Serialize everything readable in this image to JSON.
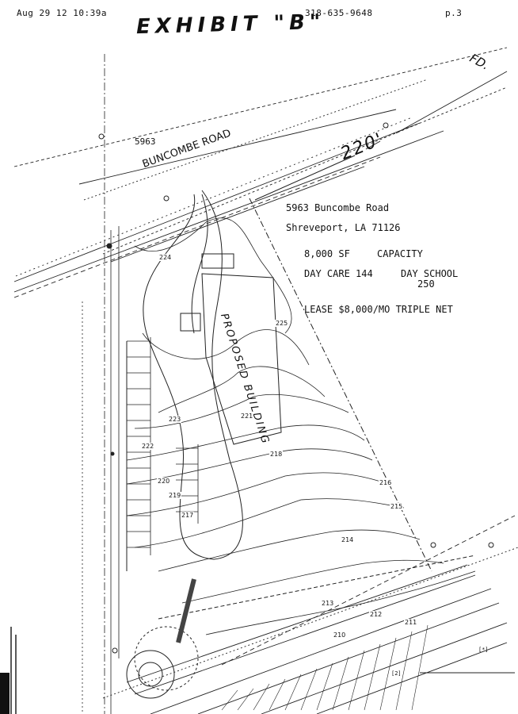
{
  "fax_header": {
    "datetime": "Aug 29 12 10:39a",
    "phone": "318-635-9648",
    "page": "p.3"
  },
  "title": "EXHIBIT \"B\"",
  "annotations": {
    "handwritten_fd": "FD.",
    "frontage": "220'",
    "road_label": "BUNCOMBE ROAD",
    "road_number": "5963",
    "proposed_building": "PROPOSED BUILDING"
  },
  "property_info": {
    "address_line1": "5963  Buncombe Road",
    "address_line2": "Shreveport, LA 71126",
    "size": "8,000 SF",
    "capacity_label": "CAPACITY",
    "day_care": "DAY CARE  144",
    "day_school_label": "DAY SCHOOL",
    "day_school_value": "250",
    "lease": "LEASE $8,000/MO TRIPLE NET"
  },
  "contours": [
    "225",
    "224",
    "223",
    "222",
    "221",
    "220",
    "219",
    "218",
    "217",
    "216",
    "215",
    "214",
    "213",
    "212",
    "211",
    "210"
  ],
  "footnotes": {
    "note1": "[*]",
    "note2": "[2]"
  }
}
